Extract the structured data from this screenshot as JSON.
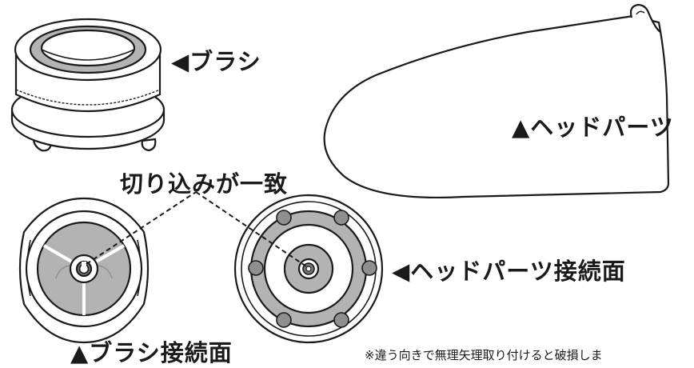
{
  "labels": {
    "brush": "◀ブラシ",
    "head_parts": "▲ヘッドパーツ",
    "notch_align": "切り込みが一致",
    "head_connection": "◀ヘッドパーツ接続面",
    "brush_connection": "▲ブラシ接続面"
  },
  "footnote": "※違う向きで無理矢理取り付けると破損しま",
  "colors": {
    "outline": "#1a1a1a",
    "light_gray": "#b3b3b3",
    "mid_gray": "#8f8f8f",
    "dark_gray": "#777777",
    "bg": "#ffffff"
  }
}
